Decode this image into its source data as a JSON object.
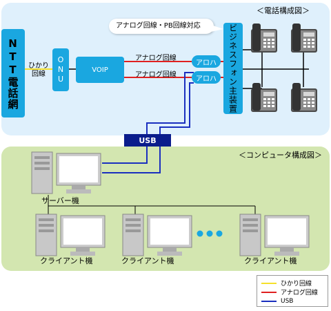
{
  "telephone_section": {
    "title": "＜電話構成図＞",
    "ntt_network": "NTT電話網",
    "hikari_label": "ひかり回線",
    "onu": "ONU",
    "voip": "VOIP",
    "analog_line_1": "アナログ回線",
    "analog_line_2": "アナログ回線",
    "adapter_1": "アロハ",
    "adapter_2": "アロハ",
    "callout": "アナログ回線・PB回線対応",
    "business_phone": "ビジネスフォン主装置"
  },
  "usb_label": "USB",
  "computer_section": {
    "title": "＜コンピュータ構成図＞",
    "server": "サーバー機",
    "client_1": "クライアント機",
    "client_2": "クライアント機",
    "client_3": "クライアント機"
  },
  "legend": {
    "items": [
      {
        "label": "ひかり回線",
        "color": "#f5e02a"
      },
      {
        "label": "アナログ回線",
        "color": "#e02020"
      },
      {
        "label": "USB",
        "color": "#1a2fbf"
      }
    ]
  },
  "colors": {
    "phone_bg": "#dff0fc",
    "computer_bg": "#d3e6b0",
    "box_blue": "#1aa7e0",
    "usb_navy": "#0a1c8c",
    "analog_red": "#e02020",
    "hikari_yellow": "#f5e02a"
  }
}
